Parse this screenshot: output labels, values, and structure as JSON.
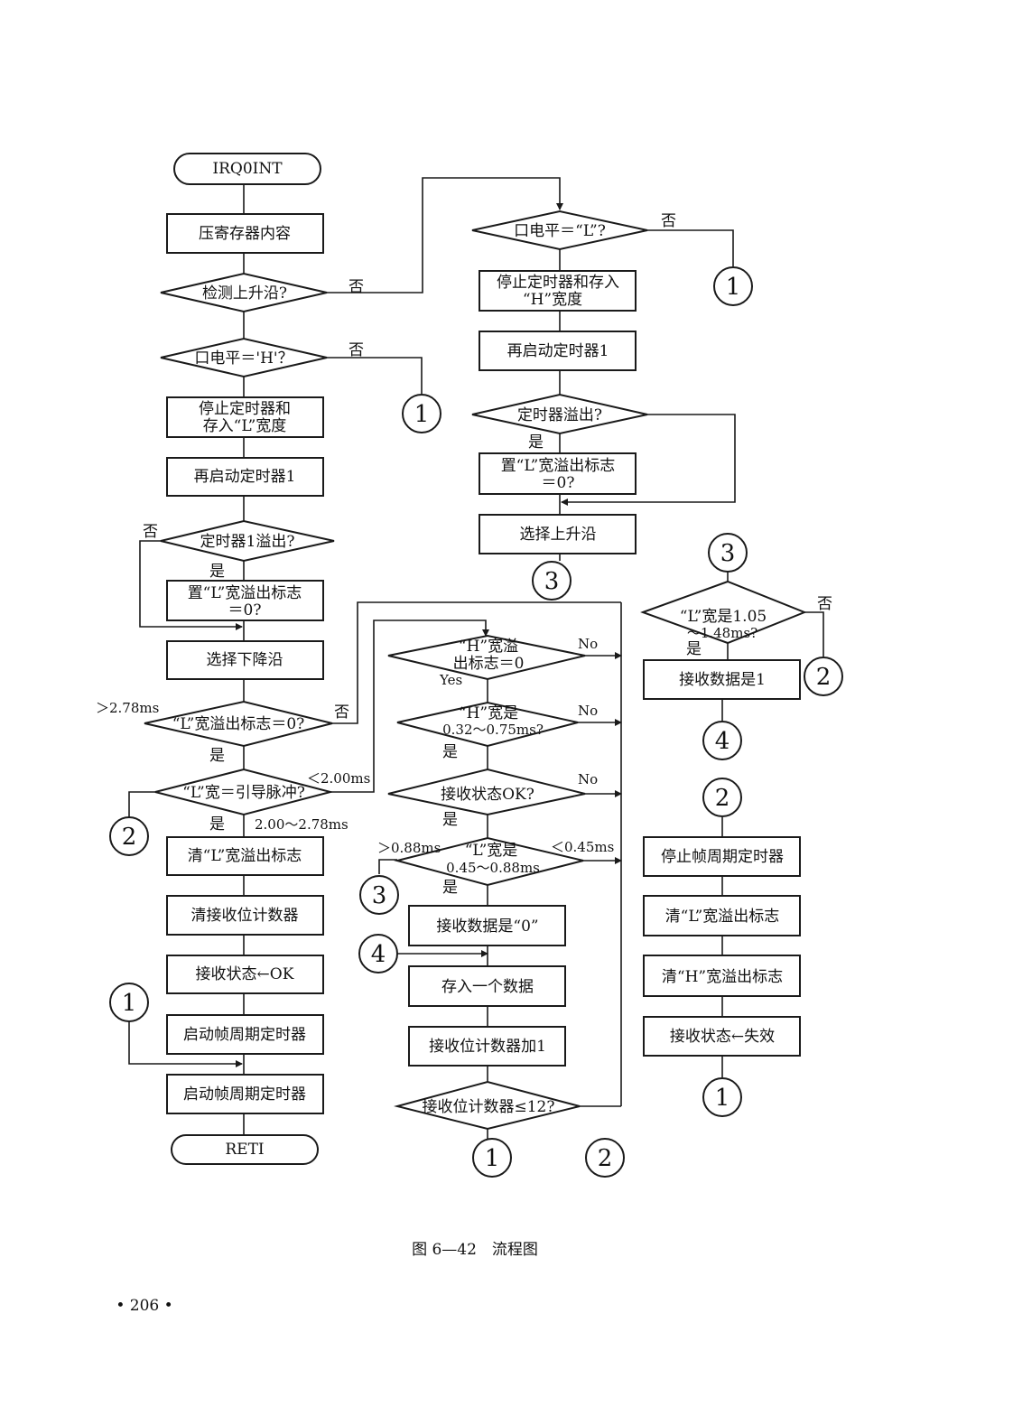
{
  "flowchart": {
    "start": "IRQ0INT",
    "end": "RETI",
    "left": {
      "b_push": "压寄存器内容",
      "d_rise": "检测上升沿?",
      "d_rise_no": "否",
      "d_h": "口电平＝'H'？",
      "d_h_no": "否",
      "b_stop_l_1": "停止定时器和",
      "b_stop_l_2": "存入“L”宽度",
      "b_restart": "再启动定时器1",
      "d_ovf": "定时器1溢出?",
      "d_ovf_no": "否",
      "d_ovf_yes": "是",
      "b_setflag_1": "置“L”宽溢出标志",
      "b_setflag_2": "＝0?",
      "b_fall": "选择下降沿",
      "d_lflag": "“L”宽溢出标志＝0?",
      "d_lflag_gt": "＞2.78ms",
      "d_lflag_no": "否",
      "d_lflag_yes": "是",
      "d_lead": "“L”宽＝引导脉冲?",
      "d_lead_lt": "＜2.00ms",
      "d_lead_yes": "是",
      "d_lead_range": "2.00～2.78ms",
      "b_clr_lflag": "清“L”宽溢出标志",
      "b_clr_cnt": "清接收位计数器",
      "b_state_ok": "接收状态←OK",
      "b_frame1": "启动帧周期定时器",
      "b_frame2": "启动帧周期定时器"
    },
    "top": {
      "d_l": "口电平＝“L”?",
      "d_l_no": "否",
      "b_stop_h_1": "停止定时器和存入",
      "b_stop_h_2": "“H”宽度",
      "b_restart": "再启动定时器1",
      "d_ovf": "定时器溢出?",
      "d_ovf_yes": "是",
      "b_setflag_1": "置“L”宽溢出标志",
      "b_setflag_2": "＝0?",
      "b_rise": "选择上升沿"
    },
    "middle": {
      "d_hflag_1": "“H”宽溢",
      "d_hflag_2": "出标志＝0",
      "d_hflag_no": "No",
      "d_hflag_yes": "Yes",
      "d_hwidth_1": "“H”宽是",
      "d_hwidth_2": "0.32～0.75ms?",
      "d_hwidth_no": "No",
      "d_hwidth_yes": "是",
      "d_state": "接收状态OK?",
      "d_state_no": "No",
      "d_state_yes": "是",
      "d_lwidth_1": "“L”宽是",
      "d_lwidth_2": "0.45～0.88ms",
      "d_lwidth_gt": "＞0.88ms",
      "d_lwidth_lt": "＜0.45ms",
      "d_lwidth_yes": "是",
      "b_data0": "接收数据是“0”",
      "b_store": "存入一个数据",
      "b_inc": "接收位计数器加1",
      "d_cnt": "接收位计数器≤12?"
    },
    "right": {
      "d_l1_1": "“L”宽是1.05",
      "d_l1_2": "～1.48ms?",
      "d_l1_no": "否",
      "d_l1_yes": "是",
      "b_data1": "接收数据是1",
      "b_stop_frame": "停止帧周期定时器",
      "b_clr_lflag": "清“L”宽溢出标志",
      "b_clr_hflag": "清“H”宽溢出标志",
      "b_state_fail": "接收状态←失效"
    },
    "connectors": {
      "c1": "1",
      "c2": "2",
      "c3": "3",
      "c4": "4"
    }
  },
  "caption": "图 6—42　流程图",
  "page_number": "• 206 •"
}
